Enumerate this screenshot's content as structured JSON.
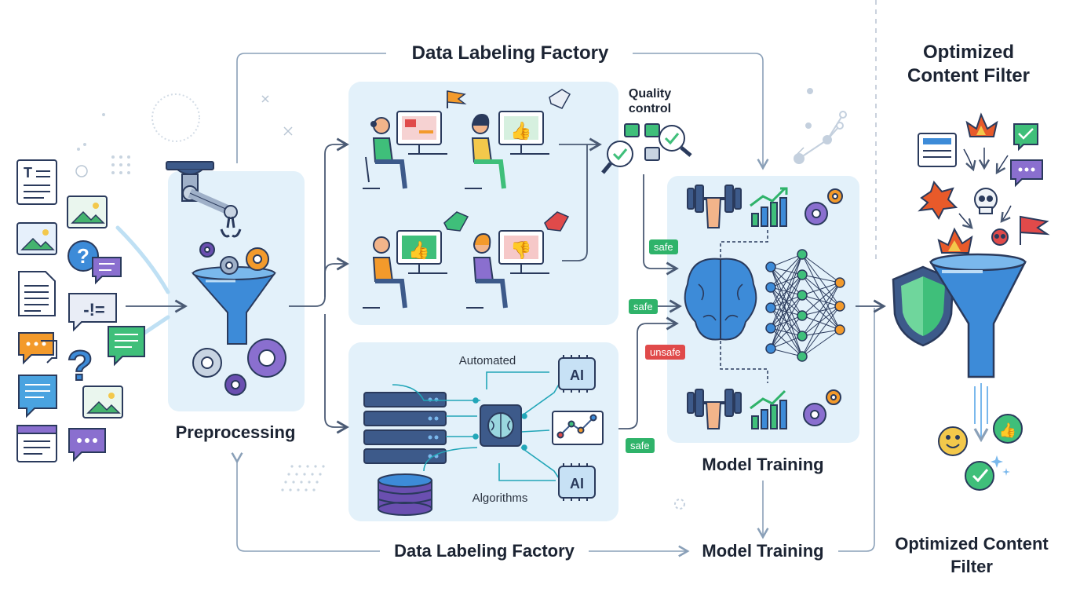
{
  "labels": {
    "top_factory": "Data Labeling Factory",
    "output_title_top": "Optimized Content Filter",
    "preprocessing": "Preprocessing",
    "quality_control": "Quality control",
    "automated": "Automated",
    "algorithms": "Algorithms",
    "model_training": "Model Training",
    "bottom_factory": "Data Labeling Factory",
    "bottom_model_training": "Model Training",
    "output_title_bottom": "Optimized Content Filter"
  },
  "chips": {
    "ai_top": "AI",
    "ai_bottom": "AI"
  },
  "tags": {
    "safe_1": "safe",
    "safe_2": "safe",
    "unsafe": "unsafe",
    "safe_3": "safe"
  },
  "colors": {
    "panel": "#e3f1fa",
    "arrow": "#4a5a74",
    "accent_blue": "#3d8bd8",
    "purple": "#6a4fb0",
    "safe": "#2fb36a",
    "unsafe": "#e04a4a",
    "orange": "#f39a2b"
  }
}
